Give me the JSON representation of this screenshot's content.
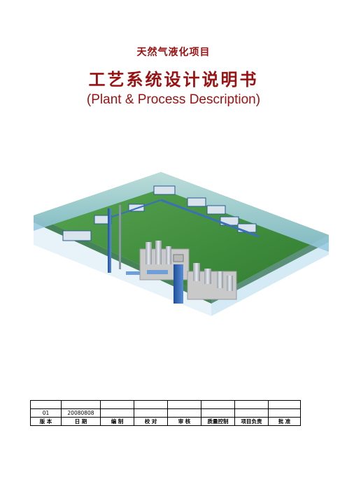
{
  "document": {
    "subtitle": "天然气液化项目",
    "title": "工艺系统设计说明书",
    "title_en": "(Plant & Process Description)"
  },
  "illustration": {
    "subject": "LNG plant 3D model",
    "ground_color": "#3f8f3c",
    "wall_color": "#a8d4e4"
  },
  "revision_table": {
    "empty_row": [
      "",
      "",
      "",
      "",
      "",
      "",
      "",
      ""
    ],
    "data_row": [
      "01",
      "20080808",
      "",
      "",
      "",
      "",
      "",
      ""
    ],
    "headers": [
      "版 本",
      "日 期",
      "编 制",
      "校 对",
      "审 核",
      "质量控制",
      "项目负责",
      "批 准"
    ]
  }
}
